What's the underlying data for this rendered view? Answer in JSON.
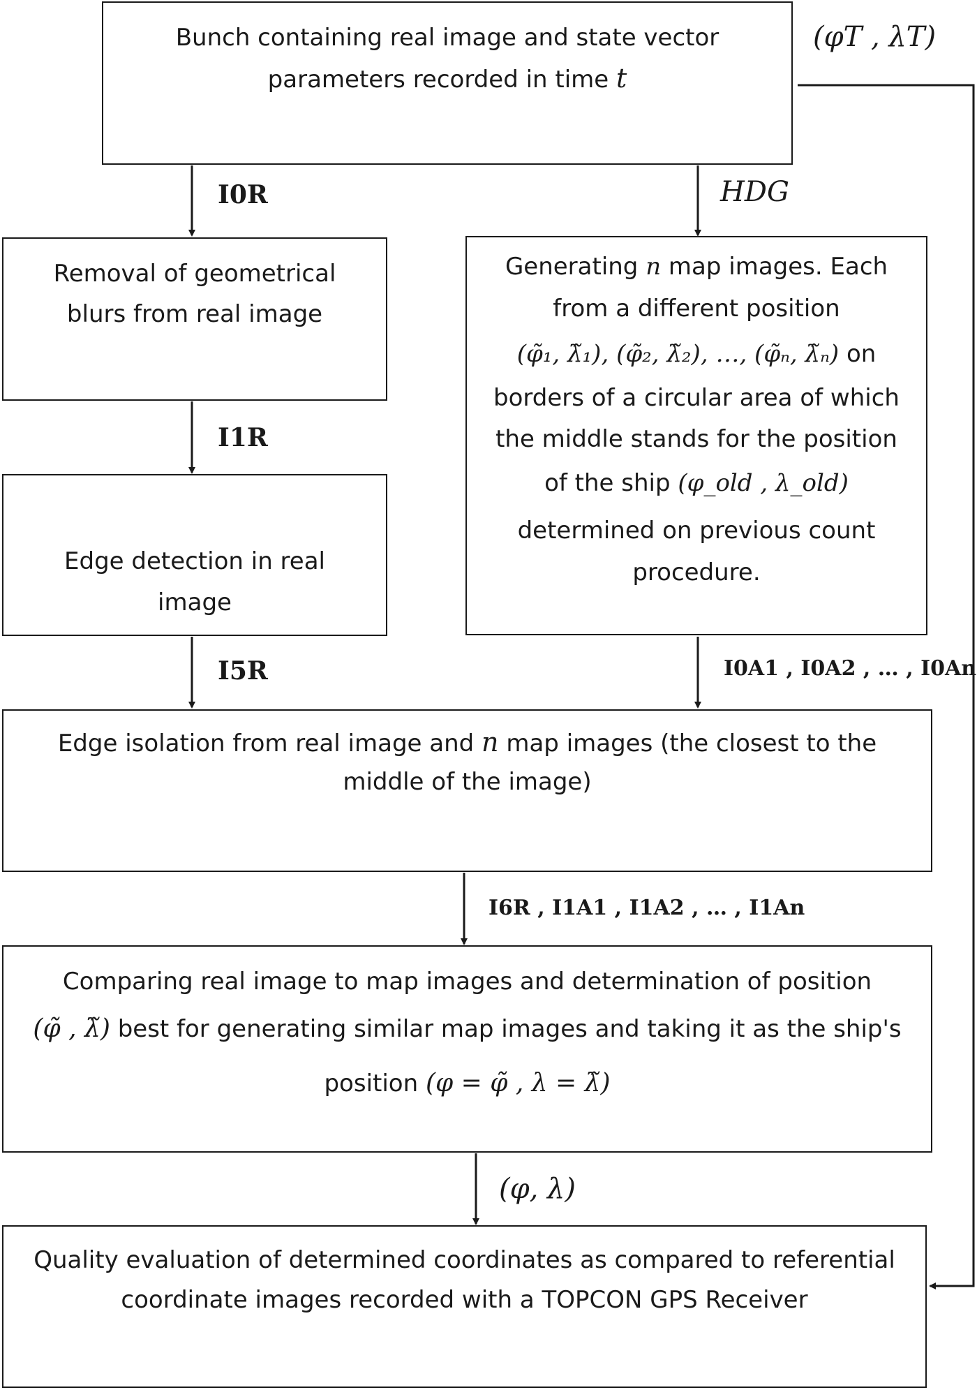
{
  "boxes": {
    "bunch": {
      "line1": "Bunch containing real image and state vector",
      "line2": "parameters recorded in time",
      "var_t": "t"
    },
    "removal": {
      "line1": "Removal of geometrical",
      "line2": "blurs from real image"
    },
    "edge_detection": {
      "line1": "Edge detection in real",
      "line2": "image"
    },
    "generating": {
      "line1_a": "Generating",
      "line1_n": "n",
      "line1_b": "map images. Each",
      "line2": "from a different position",
      "positions": "(φ̃₁, λ̃₁), (φ̃₂, λ̃₂), …, (φ̃ₙ, λ̃ₙ)",
      "line3_tail": "on",
      "line4": "borders of a circular area of which",
      "line5": "the middle stands for the position",
      "line6_a": "of the ship",
      "old_pos": "(φ_old , λ_old)",
      "line7": "determined on previous count",
      "line8": "procedure."
    },
    "isolation": {
      "line1_a": "Edge isolation from real image and",
      "line1_n": "n",
      "line1_b": "map images (the closest to the",
      "line2": "middle of the image)"
    },
    "comparing": {
      "line1": "Comparing real image to map images and determination of position",
      "tilde_pos": "(φ̃ , λ̃)",
      "line2_b": "best for generating similar map images and taking it as the ship's",
      "line3_a": "position",
      "final_pos": "(φ = φ̃ , λ = λ̃)"
    },
    "quality": {
      "line1": "Quality evaluation of determined coordinates as compared to referential",
      "line2": "coordinate images recorded with a TOPCON GPS Receiver"
    }
  },
  "labels": {
    "phiT": "(φT , λT)",
    "i0r": "I0R",
    "hdg": "HDG",
    "i1r": "I1R",
    "i5r": "I5R",
    "maps0": "I0A1 , I0A2 , … , I0An",
    "maps1": "I6R , I1A1 , I1A2 , … , I1An",
    "phil": "(φ, λ)"
  }
}
